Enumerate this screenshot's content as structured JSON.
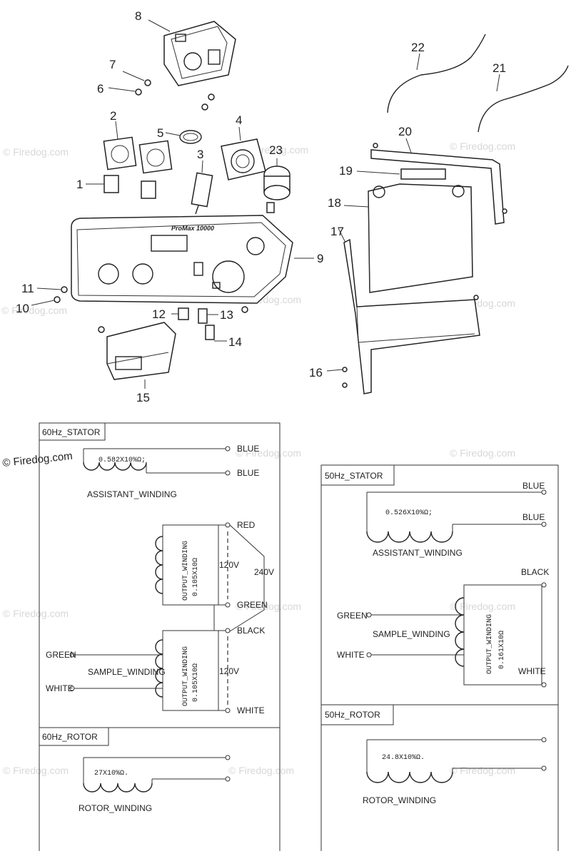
{
  "watermark": "© Firedog.com",
  "exploded_view": {
    "panel_brand": "ProMax 10000",
    "callouts": [
      "1",
      "2",
      "3",
      "4",
      "5",
      "6",
      "7",
      "8",
      "9",
      "10",
      "11",
      "12",
      "13",
      "14",
      "15",
      "16",
      "17",
      "18",
      "19",
      "20",
      "21",
      "22",
      "23"
    ]
  },
  "stator_60hz": {
    "title": "60Hz_STATOR",
    "assistant_ohm": "0.582X10%Ω;",
    "assistant_label": "ASSISTANT_WINDING",
    "blue1": "BLUE",
    "blue2": "BLUE",
    "red": "RED",
    "output_label_1": "OUTPUT_WINDING",
    "output_ohm_1": "0.105X10Ω",
    "volt_120_a": "120V",
    "volt_240": "240V",
    "green_out": "GREEN",
    "black": "BLACK",
    "green_in": "GREEN",
    "sample_label": "SAMPLE_WINDING",
    "white_in": "WHITE",
    "output_label_2": "OUTPUT_WINDING",
    "output_ohm_2": "0.105X10Ω",
    "volt_120_b": "120V",
    "white_out": "WHITE"
  },
  "rotor_60hz": {
    "title": "60Hz_ROTOR",
    "ohm": "27X10%Ω.",
    "label": "ROTOR_WINDING"
  },
  "stator_50hz": {
    "title": "50Hz_STATOR",
    "blue1": "BLUE",
    "assistant_ohm": "0.526X10%Ω;",
    "blue2": "BLUE",
    "assistant_label": "ASSISTANT_WINDING",
    "black": "BLACK",
    "green": "GREEN",
    "sample_label": "SAMPLE_WINDING",
    "white_in": "WHITE",
    "output_label": "OUTPUT_WINDING",
    "output_ohm": "0.161X10Ω",
    "white_out": "WHITE"
  },
  "rotor_50hz": {
    "title": "50Hz_ROTOR",
    "ohm": "24.8X10%Ω.",
    "label": "ROTOR_WINDING"
  }
}
